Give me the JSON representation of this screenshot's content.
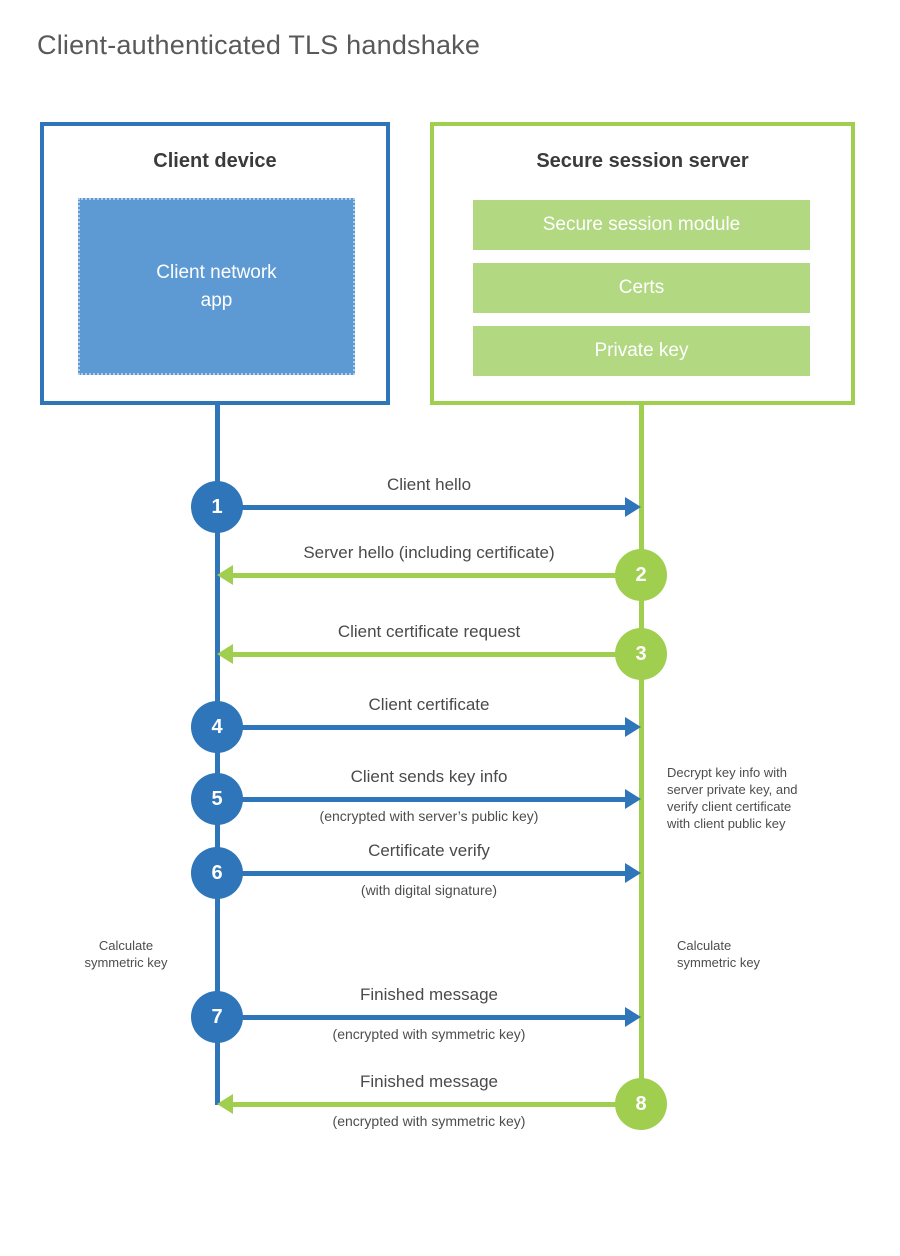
{
  "title": "Client-authenticated TLS handshake",
  "colors": {
    "blue": "#2e75b9",
    "blue_fill": "#5d9ad3",
    "green": "#a0ce4f",
    "green_fill": "#b2d882"
  },
  "client": {
    "header": "Client device",
    "app_label": "Client network\napp"
  },
  "server": {
    "header": "Secure session server",
    "modules": [
      "Secure session module",
      "Certs",
      "Private key"
    ]
  },
  "steps": [
    {
      "num": "1",
      "label": "Client hello",
      "sub": "",
      "dir": "right",
      "color": "blue"
    },
    {
      "num": "2",
      "label": "Server hello (including certificate)",
      "sub": "",
      "dir": "left",
      "color": "green"
    },
    {
      "num": "3",
      "label": "Client certificate request",
      "sub": "",
      "dir": "left",
      "color": "green"
    },
    {
      "num": "4",
      "label": "Client certificate",
      "sub": "",
      "dir": "right",
      "color": "blue"
    },
    {
      "num": "5",
      "label": "Client sends key info",
      "sub": "(encrypted with server’s public key)",
      "dir": "right",
      "color": "blue"
    },
    {
      "num": "6",
      "label": "Certificate verify",
      "sub": "(with digital signature)",
      "dir": "right",
      "color": "blue"
    },
    {
      "num": "7",
      "label": "Finished message",
      "sub": "(encrypted with symmetric key)",
      "dir": "right",
      "color": "blue"
    },
    {
      "num": "8",
      "label": "Finished message",
      "sub": "(encrypted with symmetric key)",
      "dir": "left",
      "color": "green"
    }
  ],
  "notes": {
    "decrypt": "Decrypt key info with\nserver private key, and\nverify client certificate\nwith client public key",
    "calc_left": "Calculate\nsymmetric key",
    "calc_right": "Calculate\nsymmetric key"
  }
}
